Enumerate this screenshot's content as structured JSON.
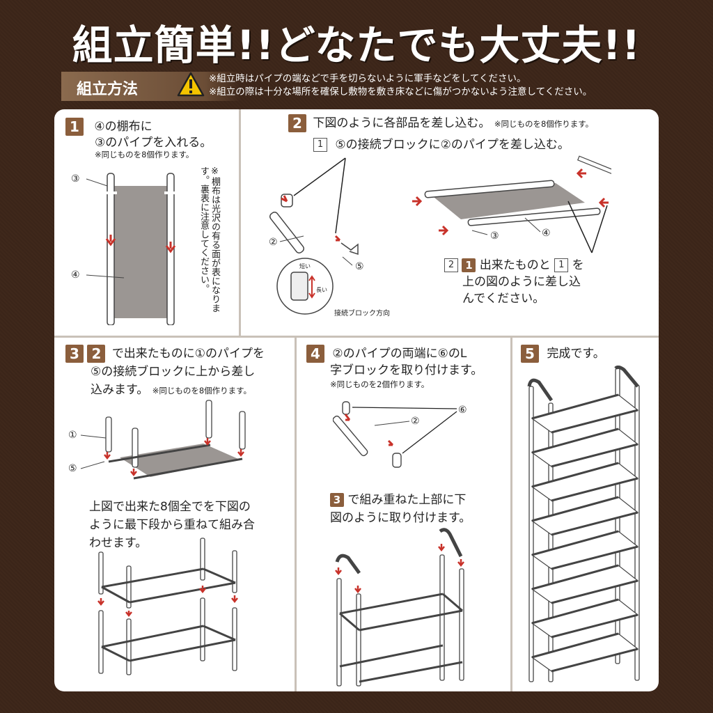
{
  "header": {
    "title": "組立簡単!!どなたでも大丈夫!!",
    "method_label": "組立方法",
    "notes": [
      "※組立時はパイプの端などで手を切らないように軍手などをしてください。",
      "※組立の際は十分な場所を確保し敷物を敷き床などに傷がつかないよう注意してください。"
    ]
  },
  "step1": {
    "num": "1",
    "line1": "④の棚布に",
    "line2": "③のパイプを入れる。",
    "note": "※同じものを8個作ります。",
    "side_note": [
      "※",
      "棚布は光沢の有る面が表になり",
      "ます。裏表に注意してください。"
    ],
    "labels": {
      "l3": "③",
      "l4": "④"
    }
  },
  "step2": {
    "num": "2",
    "line1": "下図のように各部品を差し込む。",
    "note": "※同じものを8個作ります。",
    "sub1_box": "1",
    "sub1_text": "⑤の接続ブロックに②のパイプを差し込む。",
    "sub2_box": "2",
    "sub2_num": "1",
    "sub2_line1a": "出来たものと",
    "sub2_line1b": "1",
    "sub2_line1c": "を",
    "sub2_line2": "上の図のように差し込",
    "sub2_line3": "んでください。",
    "labels": {
      "l2": "②",
      "l3": "③",
      "l4": "④",
      "l5": "⑤"
    },
    "inset_top": "短い",
    "inset_side": "長い",
    "inset_caption": "接続ブロック方向"
  },
  "step3": {
    "num": "3",
    "ref": "2",
    "line1": "で出来たものに①のパイプを",
    "line2": "⑤の接続ブロックに上から差し",
    "line3": "込みます。",
    "note": "※同じものを8個作ります。",
    "labels": {
      "l1": "①",
      "l5": "⑤"
    },
    "para": [
      "上図で出来た8個全でを下図の",
      "ように最下段から重ねて組み合",
      "わせます。"
    ]
  },
  "step4": {
    "num": "4",
    "line1": "②のパイプの両端に⑥のL",
    "line2": "字ブロックを取り付けます。",
    "note": "※同じものを2個作ります。",
    "labels": {
      "l2": "②",
      "l6": "⑥"
    },
    "ref": "3",
    "para1": "で組み重ねた上部に下",
    "para2": "図のように取り付けます。"
  },
  "step5": {
    "num": "5",
    "line1": "完成です。"
  },
  "colors": {
    "background": "#3a2418",
    "accent": "#8b5e3c",
    "arrow": "#c8322a",
    "fabric": "#8a8480"
  },
  "icons": [
    "warning-icon",
    "arrow-down-icon",
    "arrow-right-icon"
  ]
}
